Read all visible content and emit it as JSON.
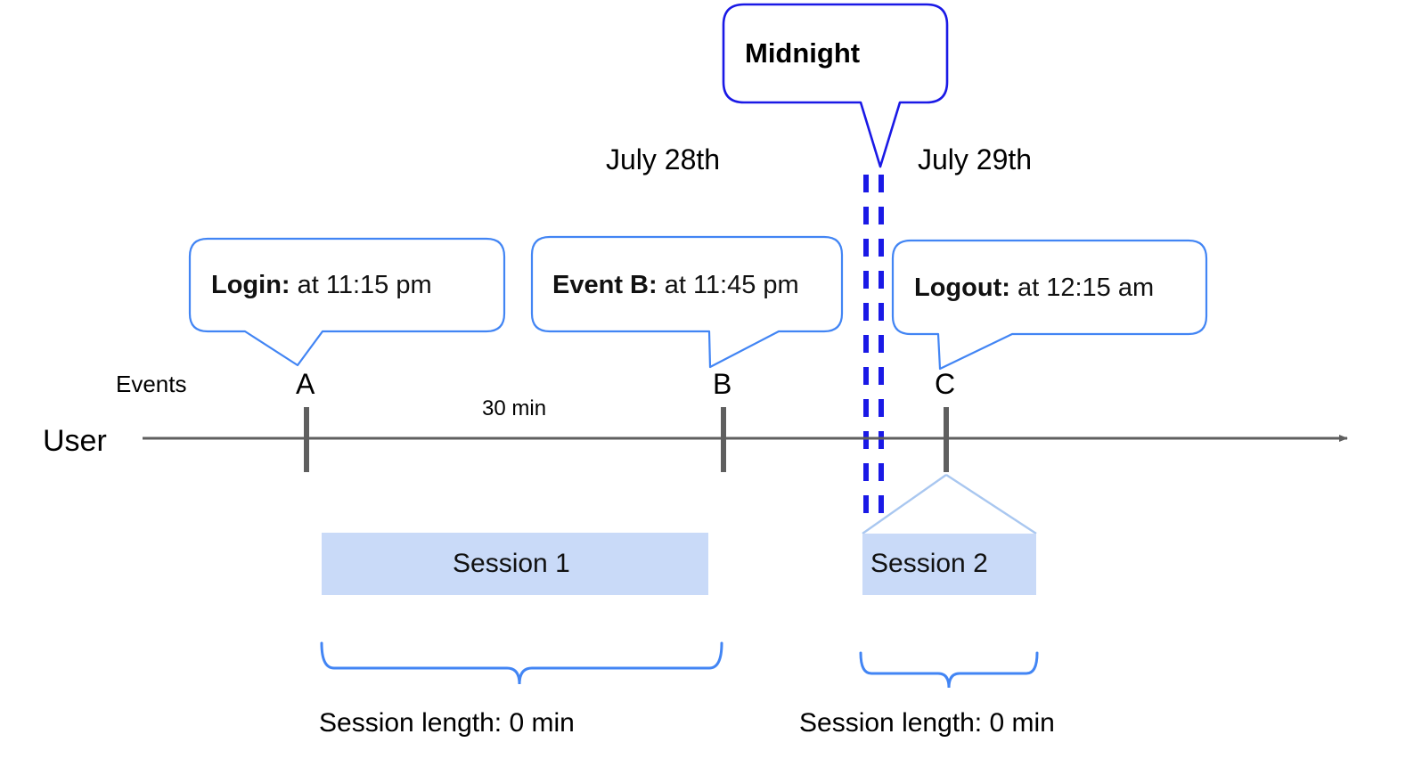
{
  "diagram": {
    "title_callout": {
      "label": "Midnight",
      "border_color": "#1a19e6"
    },
    "dates": [
      {
        "label": "July 28th"
      },
      {
        "label": "July 29th"
      }
    ],
    "event_callouts": [
      {
        "bold": "Login:",
        "rest": " at 11:15 pm",
        "target": "A"
      },
      {
        "bold": "Event B:",
        "rest": " at 11:45 pm",
        "target": "B"
      },
      {
        "bold": "Logout:",
        "rest": " at 12:15 am",
        "target": "C"
      }
    ],
    "row_labels": {
      "events": "Events",
      "user": "User"
    },
    "ticks": [
      {
        "label": "A"
      },
      {
        "label": "B"
      },
      {
        "label": "C"
      }
    ],
    "durations": [
      {
        "label": "30 min"
      }
    ],
    "sessions": [
      {
        "label": "Session 1",
        "length_label": "Session length: 0 min"
      },
      {
        "label": "Session 2",
        "length_label": "Session length: 0 min"
      }
    ],
    "colors": {
      "callout_border": "#4285f4",
      "midnight_border": "#1a19e6",
      "midnight_dashed": "#1a19e6",
      "session_fill": "#c9daf8",
      "axis": "#5f5f5f",
      "brace": "#4285f4",
      "funnel": "#a9c7f0"
    }
  }
}
